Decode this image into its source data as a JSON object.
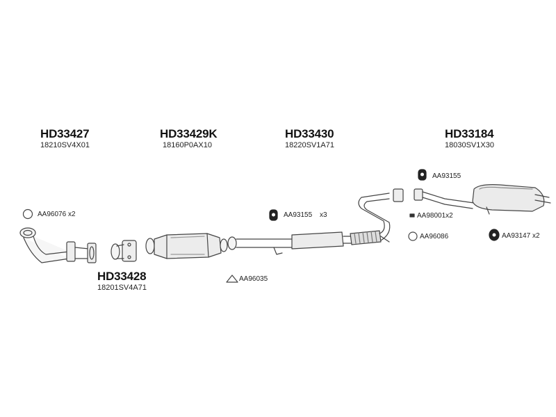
{
  "assemblies": [
    {
      "part_number": "HD33427",
      "oem_number": "18210SV4X01"
    },
    {
      "part_number": "HD33429K",
      "oem_number": "18160P0AX10"
    },
    {
      "part_number": "HD33430",
      "oem_number": "18220SV1A71"
    },
    {
      "part_number": "HD33184",
      "oem_number": "18030SV1X30"
    },
    {
      "part_number": "HD33428",
      "oem_number": "18201SV4A71"
    }
  ],
  "accessories": [
    {
      "code": "AA96076",
      "qty": "x2",
      "icon": "gasket-ring-icon"
    },
    {
      "code": "AA93155",
      "qty": "x3",
      "icon": "rubber-hanger-icon"
    },
    {
      "code": "AA96035",
      "qty": "",
      "icon": "triangle-gasket-icon"
    },
    {
      "code": "AA93155",
      "qty": "",
      "icon": "rubber-hanger-icon"
    },
    {
      "code": "AA98001",
      "qty": "x2",
      "icon": "clamp-icon"
    },
    {
      "code": "AA96086",
      "qty": "",
      "icon": "gasket-ring-icon"
    },
    {
      "code": "AA93147",
      "qty": "x2",
      "icon": "rubber-mount-icon"
    }
  ]
}
